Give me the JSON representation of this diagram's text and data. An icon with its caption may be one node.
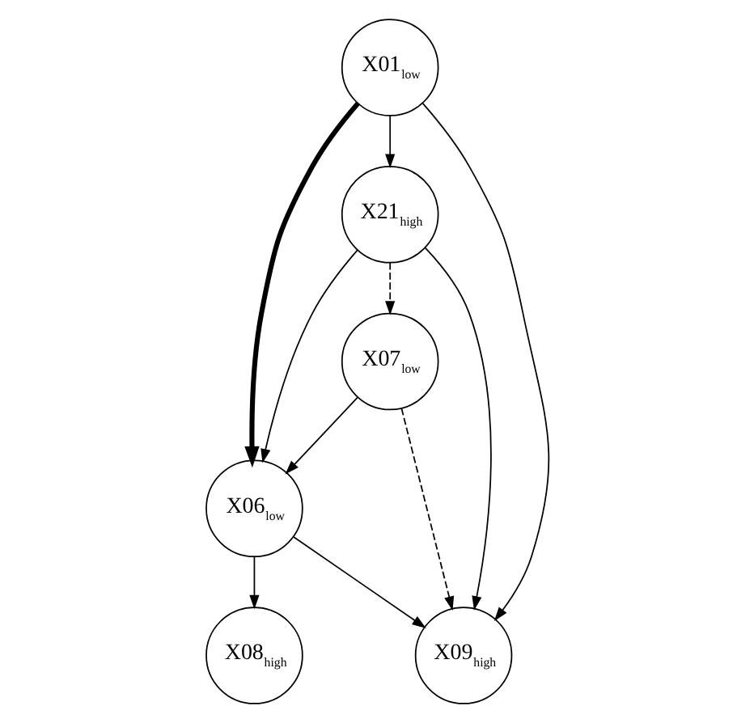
{
  "diagram": {
    "nodes": [
      {
        "text": [
          "X01$_{low}$"
        ]
      },
      {
        "text": [
          "X21$_{high}$"
        ]
      },
      {
        "text": [
          "X07$_{low}$"
        ]
      },
      {
        "text": [
          "X06$_{low}$"
        ]
      },
      {
        "text": [
          "X08$_{high}$"
        ]
      },
      {
        "text": [
          "X09$_{high}$"
        ]
      }
    ],
    "edges": [
      {
        "from": 0,
        "to": 1,
        "arrow": "to"
      },
      {
        "from": 0,
        "to": 3,
        "arrow": "to",
        "style": "thick"
      },
      {
        "from": 0,
        "to": 5,
        "arrow": "to"
      },
      {
        "from": 1,
        "to": 3,
        "arrow": "to"
      },
      {
        "from": 1,
        "to": 2,
        "arrow": "to",
        "style": "dashed"
      },
      {
        "from": 1,
        "to": 5,
        "arrow": "to"
      },
      {
        "from": 2,
        "to": 3,
        "arrow": "to"
      },
      {
        "from": 2,
        "to": 5,
        "arrow": "to",
        "style": "dashed"
      },
      {
        "from": 3,
        "to": 4,
        "arrow": "to"
      },
      {
        "from": 3,
        "to": 5,
        "arrow": "to"
      }
    ]
  }
}
